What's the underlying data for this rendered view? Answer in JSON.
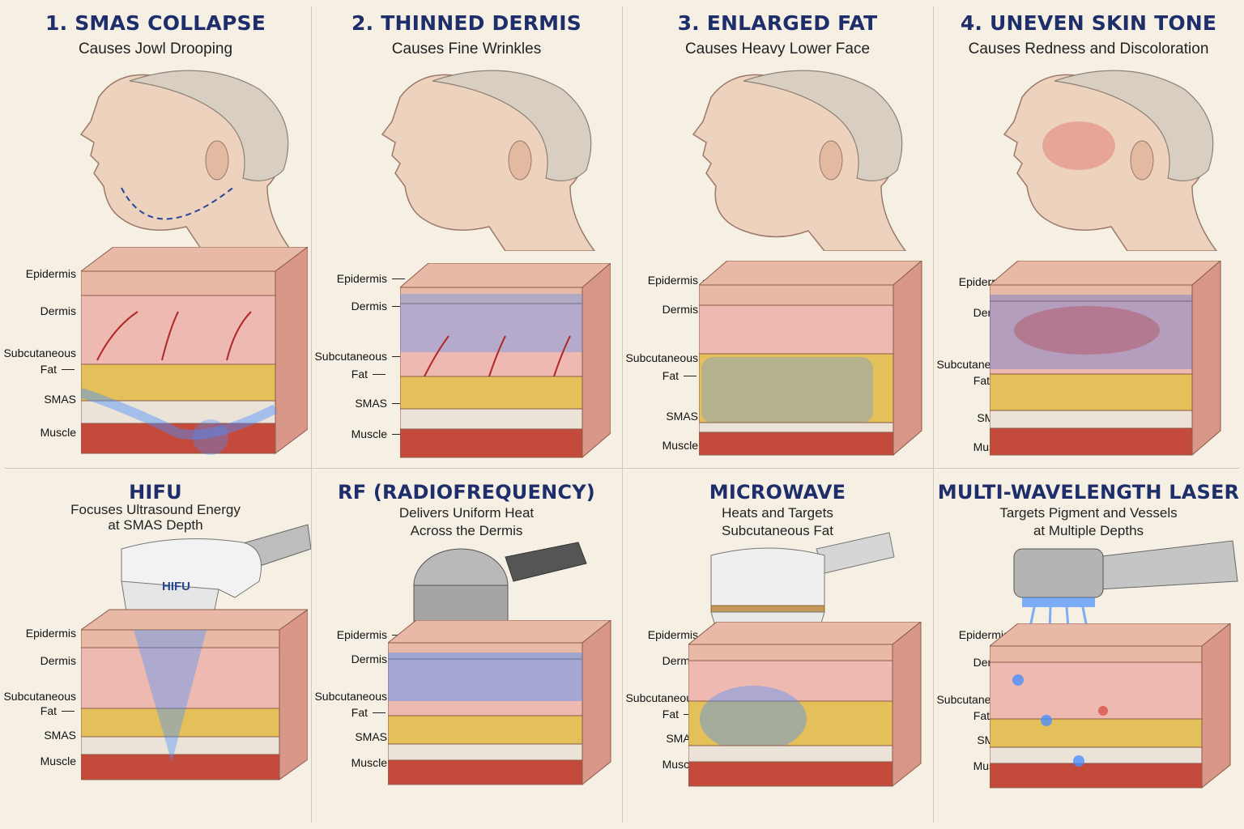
{
  "colors": {
    "title": "#1d2e6b",
    "epidermis": "#e8b9a6",
    "dermis": "#eeb9b0",
    "fat": "#e3c05a",
    "smas": "#ece3d8",
    "muscle": "#c44a3c",
    "energy": "#4a90ff"
  },
  "conditions": [
    {
      "title": "1. SMAS COLLAPSE",
      "subtitle": "Causes Jowl Drooping"
    },
    {
      "title": "2. THINNED DERMIS",
      "subtitle": "Causes Fine Wrinkles"
    },
    {
      "title": "3. ENLARGED FAT",
      "subtitle": "Causes Heavy Lower Face"
    },
    {
      "title": "4. UNEVEN SKIN TONE",
      "subtitle": "Causes Redness and Discoloration"
    }
  ],
  "treatments": [
    {
      "title": "HIFU",
      "subtitle_1": "Focuses Ultrasound Energy",
      "subtitle_2": "at SMAS Depth",
      "device_label": "HIFU"
    },
    {
      "title": "RF (RADIOFREQUENCY)",
      "subtitle_1": "Delivers Uniform Heat",
      "subtitle_2": "Across the Dermis"
    },
    {
      "title": "MICROWAVE",
      "subtitle_1": "Heats and Targets",
      "subtitle_2": "Subcutaneous Fat"
    },
    {
      "title": "MULTI-WAVELENGTH LASER",
      "subtitle_1": "Targets Pigment and Vessels",
      "subtitle_2": "at Multiple Depths"
    }
  ],
  "layers": {
    "epidermis": "Epidermis",
    "dermis": "Dermis",
    "fat_1": "Subcutaneous",
    "fat_2": "Fat",
    "smas": "SMAS",
    "muscle": "Muscle"
  }
}
